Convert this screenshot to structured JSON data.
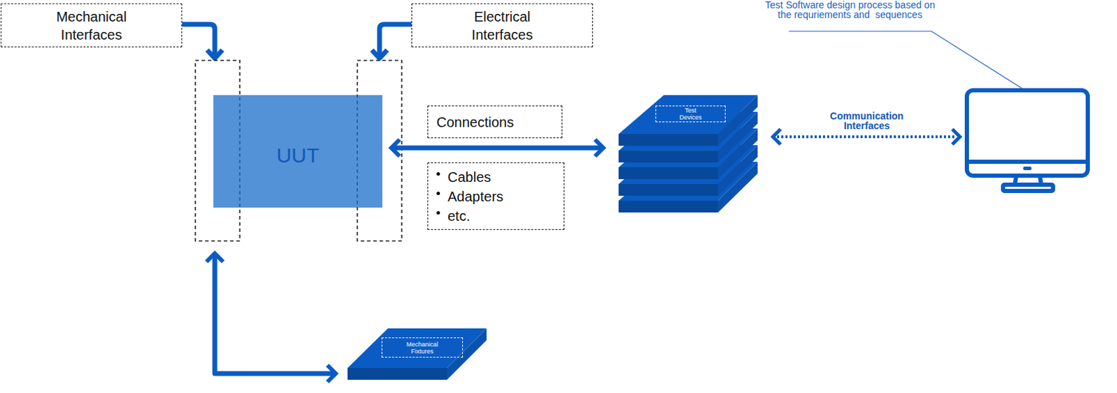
{
  "diagram": {
    "nodes": [
      {
        "text": [
          "Mechanical Interfaces"
        ]
      },
      {
        "text": [
          "Electrical Interfaces"
        ]
      },
      {
        "text": [
          "UUT"
        ]
      },
      {
        "text": [
          "Connections"
        ]
      },
      {
        "text": [
          "Cables",
          "Adapters",
          "etc."
        ]
      },
      {
        "text": [
          "Test Devices"
        ]
      },
      {
        "text": [
          "Mechanical Fixtures"
        ]
      }
    ],
    "edges": [
      {
        "from": 2,
        "to": 5,
        "arrow": "both"
      },
      {
        "from": 2,
        "to": 6,
        "arrow": "both"
      }
    ],
    "labels": [
      "Test Software design process based on the requriements and  sequences",
      "Communication Interfaces"
    ]
  }
}
